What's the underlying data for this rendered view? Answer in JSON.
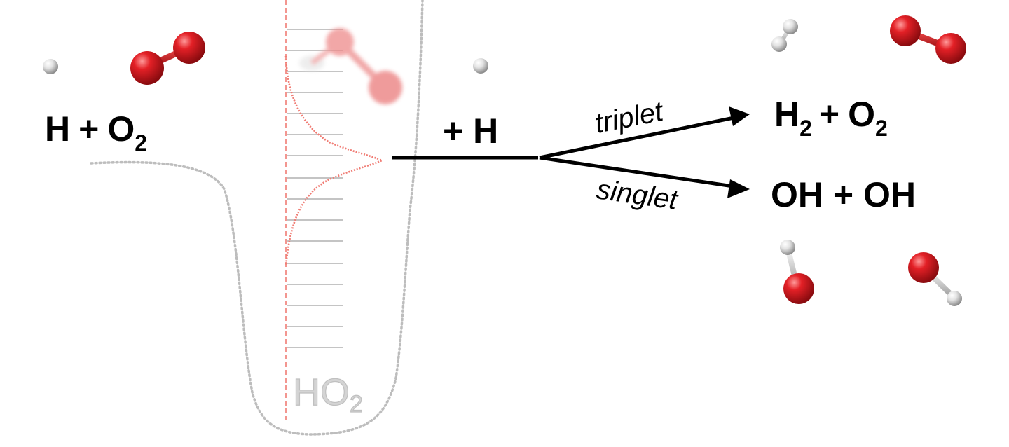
{
  "labels": {
    "reactants": {
      "h": "H",
      "plus": "+",
      "o": "O",
      "sub": "2"
    },
    "intermediate": {
      "h": "H",
      "o": "O",
      "sub": "2"
    },
    "added": "+ H",
    "products_triplet": {
      "h": "H",
      "h_sub": "2",
      "plus": "+",
      "o": "O",
      "o_sub": "2"
    },
    "products_singlet": "OH + OH",
    "channel_triplet": "triplet",
    "channel_singlet": "singlet"
  },
  "colors": {
    "oxygen": "#d0151b",
    "hydrogen": "#e6e6e6",
    "well_curve": "#bdbdbd",
    "vib_levels": "#bfbfbf",
    "wavefunction": "#f07c74",
    "ghost_molecule": "#ee8a8a",
    "arrows": "#000000"
  },
  "icons": [
    "h-atom-icon",
    "o2-molecule-icon",
    "ho2-molecule-icon",
    "h2-molecule-icon",
    "oh-molecule-icon"
  ]
}
